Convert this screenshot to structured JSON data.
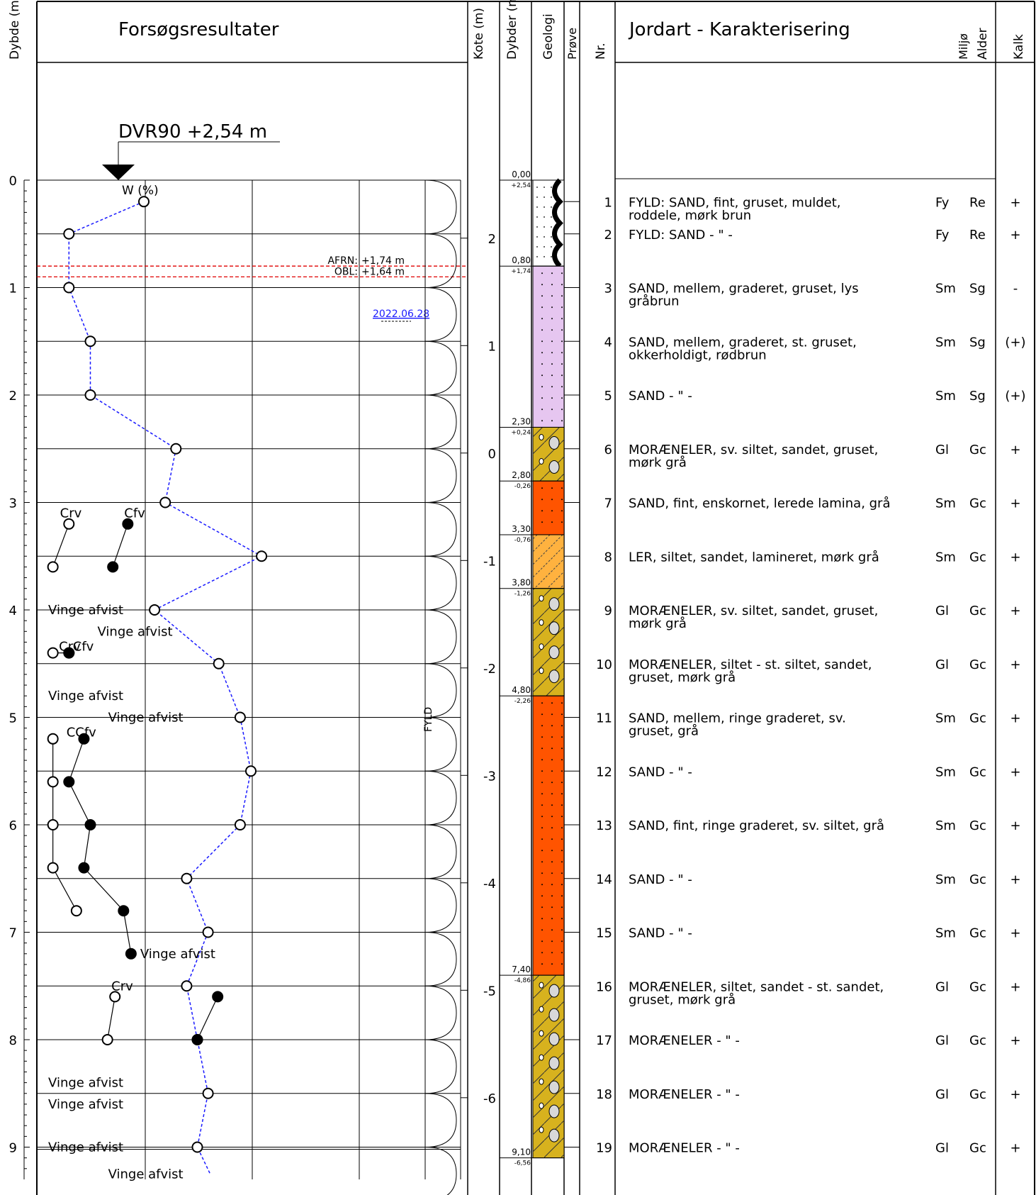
{
  "headers": {
    "depth": "Dybde (m)",
    "results": "Forsøgsresultater",
    "kote": "Kote (m)",
    "dybder": "Dybder (m)",
    "geologi": "Geologi",
    "prove": "Prøve",
    "nr": "Nr.",
    "jordart": "Jordart - Karakterisering",
    "miljo": "Miljø",
    "alder": "Alder",
    "kalk": "Kalk"
  },
  "datum_label": "DVR90 +2,54 m",
  "w_label": "W (%)",
  "water_levels": [
    {
      "label": "AFRN:",
      "value": "+1,74 m",
      "depth": 0.8
    },
    {
      "label": "OBL:",
      "value": "+1,64 m",
      "depth": 0.9
    }
  ],
  "measure_date": "2022.06.28",
  "fyld_label": "FYLD",
  "depth_ticks": [
    0,
    1,
    2,
    3,
    4,
    5,
    6,
    7,
    8,
    9
  ],
  "kote_ticks": [
    {
      "label": "2",
      "depth": 0.54
    },
    {
      "label": "1",
      "depth": 1.54
    },
    {
      "label": "0",
      "depth": 2.54
    },
    {
      "label": "-1",
      "depth": 3.54
    },
    {
      "label": "-2",
      "depth": 4.54
    },
    {
      "label": "-3",
      "depth": 5.54
    },
    {
      "label": "-4",
      "depth": 6.54
    },
    {
      "label": "-5",
      "depth": 7.54
    },
    {
      "label": "-6",
      "depth": 8.54
    }
  ],
  "layer_bounds": [
    {
      "depth": 0.0,
      "d": "0,00",
      "k": "+2,54"
    },
    {
      "depth": 0.8,
      "d": "0,80",
      "k": "+1,74"
    },
    {
      "depth": 2.3,
      "d": "2,30",
      "k": "+0,24"
    },
    {
      "depth": 2.8,
      "d": "2,80",
      "k": "-0,26"
    },
    {
      "depth": 3.3,
      "d": "3,30",
      "k": "-0,76"
    },
    {
      "depth": 3.8,
      "d": "3,80",
      "k": "-1,26"
    },
    {
      "depth": 4.8,
      "d": "4,80",
      "k": "-2,26"
    },
    {
      "depth": 7.4,
      "d": "7,40",
      "k": "-4,86"
    },
    {
      "depth": 9.1,
      "d": "9,10",
      "k": "-6,56"
    }
  ],
  "layers": [
    {
      "top": 0.0,
      "bot": 0.8,
      "color": "#ffffff",
      "pattern": "fill"
    },
    {
      "top": 0.8,
      "bot": 2.3,
      "color": "#e6c6f0",
      "pattern": "sand"
    },
    {
      "top": 2.3,
      "bot": 2.8,
      "color": "#d7b21e",
      "pattern": "clay"
    },
    {
      "top": 2.8,
      "bot": 3.3,
      "color": "#ff5400",
      "pattern": "sand"
    },
    {
      "top": 3.3,
      "bot": 3.8,
      "color": "#ffb23f",
      "pattern": "lam"
    },
    {
      "top": 3.8,
      "bot": 4.8,
      "color": "#d7b21e",
      "pattern": "clay"
    },
    {
      "top": 4.8,
      "bot": 7.4,
      "color": "#ff5400",
      "pattern": "sand"
    },
    {
      "top": 7.4,
      "bot": 9.1,
      "color": "#d7b21e",
      "pattern": "clay"
    }
  ],
  "samples": [
    {
      "depth": 0.2,
      "nr": "1",
      "desc1": "FYLD: SAND, fint, gruset, muldet,",
      "desc2": "roddele, mørk brun",
      "miljo": "Fy",
      "alder": "Re",
      "kalk": "+"
    },
    {
      "depth": 0.5,
      "nr": "2",
      "desc1": "FYLD: SAND         - \" -",
      "desc2": "",
      "miljo": "Fy",
      "alder": "Re",
      "kalk": "+"
    },
    {
      "depth": 1.0,
      "nr": "3",
      "desc1": "SAND, mellem, graderet, gruset, lys",
      "desc2": "gråbrun",
      "miljo": "Sm",
      "alder": "Sg",
      "kalk": "-"
    },
    {
      "depth": 1.5,
      "nr": "4",
      "desc1": "SAND, mellem, graderet, st. gruset,",
      "desc2": "okkerholdigt, rødbrun",
      "miljo": "Sm",
      "alder": "Sg",
      "kalk": "(+)"
    },
    {
      "depth": 2.0,
      "nr": "5",
      "desc1": "SAND         - \" -",
      "desc2": "",
      "miljo": "Sm",
      "alder": "Sg",
      "kalk": "(+)"
    },
    {
      "depth": 2.5,
      "nr": "6",
      "desc1": "MORÆNELER, sv. siltet, sandet, gruset,",
      "desc2": "mørk grå",
      "miljo": "Gl",
      "alder": "Gc",
      "kalk": "+"
    },
    {
      "depth": 3.0,
      "nr": "7",
      "desc1": "SAND, fint, enskornet, lerede lamina, grå",
      "desc2": "",
      "miljo": "Sm",
      "alder": "Gc",
      "kalk": "+"
    },
    {
      "depth": 3.5,
      "nr": "8",
      "desc1": "LER, siltet, sandet, lamineret, mørk grå",
      "desc2": "",
      "miljo": "Sm",
      "alder": "Gc",
      "kalk": "+"
    },
    {
      "depth": 4.0,
      "nr": "9",
      "desc1": "MORÆNELER, sv. siltet, sandet, gruset,",
      "desc2": "mørk grå",
      "miljo": "Gl",
      "alder": "Gc",
      "kalk": "+"
    },
    {
      "depth": 4.5,
      "nr": "10",
      "desc1": "MORÆNELER, siltet - st. siltet, sandet,",
      "desc2": "gruset, mørk grå",
      "miljo": "Gl",
      "alder": "Gc",
      "kalk": "+"
    },
    {
      "depth": 5.0,
      "nr": "11",
      "desc1": "SAND, mellem, ringe graderet, sv.",
      "desc2": "gruset, grå",
      "miljo": "Sm",
      "alder": "Gc",
      "kalk": "+"
    },
    {
      "depth": 5.5,
      "nr": "12",
      "desc1": "SAND         - \" -",
      "desc2": "",
      "miljo": "Sm",
      "alder": "Gc",
      "kalk": "+"
    },
    {
      "depth": 6.0,
      "nr": "13",
      "desc1": "SAND, fint, ringe graderet, sv. siltet, grå",
      "desc2": "",
      "miljo": "Sm",
      "alder": "Gc",
      "kalk": "+"
    },
    {
      "depth": 6.5,
      "nr": "14",
      "desc1": "SAND         - \" -",
      "desc2": "",
      "miljo": "Sm",
      "alder": "Gc",
      "kalk": "+"
    },
    {
      "depth": 7.0,
      "nr": "15",
      "desc1": "SAND         - \" -",
      "desc2": "",
      "miljo": "Sm",
      "alder": "Gc",
      "kalk": "+"
    },
    {
      "depth": 7.5,
      "nr": "16",
      "desc1": "MORÆNELER, siltet, sandet - st. sandet,",
      "desc2": "gruset, mørk grå",
      "miljo": "Gl",
      "alder": "Gc",
      "kalk": "+"
    },
    {
      "depth": 8.0,
      "nr": "17",
      "desc1": "MORÆNELER         - \" -",
      "desc2": "",
      "miljo": "Gl",
      "alder": "Gc",
      "kalk": "+"
    },
    {
      "depth": 8.5,
      "nr": "18",
      "desc1": "MORÆNELER         - \" -",
      "desc2": "",
      "miljo": "Gl",
      "alder": "Gc",
      "kalk": "+"
    },
    {
      "depth": 9.0,
      "nr": "19",
      "desc1": "MORÆNELER         - \" -",
      "desc2": "",
      "miljo": "Gl",
      "alder": "Gc",
      "kalk": "+"
    }
  ],
  "chart_data": {
    "type": "scatter",
    "y_axis": "Dybde (m)",
    "ylim": [
      0,
      9.3
    ],
    "water_content": {
      "name": "W (%)",
      "points": [
        [
          0.2,
          10
        ],
        [
          0.5,
          3
        ],
        [
          1.0,
          3
        ],
        [
          1.5,
          5
        ],
        [
          2.0,
          5
        ],
        [
          2.5,
          13
        ],
        [
          3.0,
          12
        ],
        [
          3.5,
          21
        ],
        [
          4.0,
          11
        ],
        [
          4.5,
          17
        ],
        [
          5.0,
          19
        ],
        [
          5.5,
          20
        ],
        [
          6.0,
          19
        ],
        [
          6.5,
          14
        ],
        [
          7.0,
          16
        ],
        [
          7.5,
          14
        ],
        [
          8.0,
          15
        ],
        [
          8.5,
          16
        ],
        [
          9.0,
          15
        ]
      ]
    },
    "vane_remoulded": {
      "name": "Crv",
      "segments": [
        [
          [
            3.2,
            3
          ],
          [
            3.6,
            1.5
          ]
        ],
        [
          [
            4.4,
            1.5
          ],
          [
            4.4,
            3
          ]
        ],
        [
          [
            5.2,
            1.5
          ],
          [
            5.6,
            1.5
          ],
          [
            6.0,
            1.5
          ],
          [
            6.4,
            1.5
          ],
          [
            6.8,
            3.7
          ]
        ],
        [
          [
            7.6,
            7.3
          ],
          [
            8.0,
            6.6
          ]
        ]
      ]
    },
    "vane_peak": {
      "name": "Cfv",
      "segments": [
        [
          [
            3.2,
            8.5
          ],
          [
            3.6,
            7.1
          ]
        ],
        [
          [
            4.4,
            3
          ]
        ],
        [
          [
            5.2,
            4.4
          ],
          [
            5.6,
            3
          ],
          [
            6.0,
            5
          ],
          [
            6.4,
            4.4
          ],
          [
            6.8,
            8.1
          ],
          [
            7.2,
            8.8
          ]
        ],
        [
          [
            7.6,
            16.9
          ],
          [
            8.0,
            15
          ]
        ]
      ]
    },
    "annotations": [
      {
        "text": "Crv",
        "depth": 3.1,
        "value": 1.5
      },
      {
        "text": "Cfv",
        "depth": 3.1,
        "value": 7.5
      },
      {
        "text": "Crv",
        "depth": 4.34,
        "value": 1.4
      },
      {
        "text": "Cfv",
        "depth": 4.34,
        "value": 2.7
      },
      {
        "text": "CCfv",
        "depth": 5.14,
        "value": 2.1
      },
      {
        "text": "Crv",
        "depth": 7.5,
        "value": 6.3
      },
      {
        "text": "Vinge afvist",
        "depth": 4.0,
        "value": 0.4
      },
      {
        "text": "Vinge afvist",
        "depth": 4.2,
        "value": 5
      },
      {
        "text": "Vinge afvist",
        "depth": 4.8,
        "value": 0.4
      },
      {
        "text": "Vinge afvist",
        "depth": 5.0,
        "value": 6
      },
      {
        "text": "Vinge afvist",
        "depth": 7.2,
        "value": 9
      },
      {
        "text": "Vinge afvist",
        "depth": 8.4,
        "value": 0.4
      },
      {
        "text": "Vinge afvist",
        "depth": 8.6,
        "value": 0.4
      },
      {
        "text": "Vinge afvist",
        "depth": 9.0,
        "value": 0.4
      },
      {
        "text": "Vinge afvist",
        "depth": 9.25,
        "value": 6
      }
    ]
  }
}
